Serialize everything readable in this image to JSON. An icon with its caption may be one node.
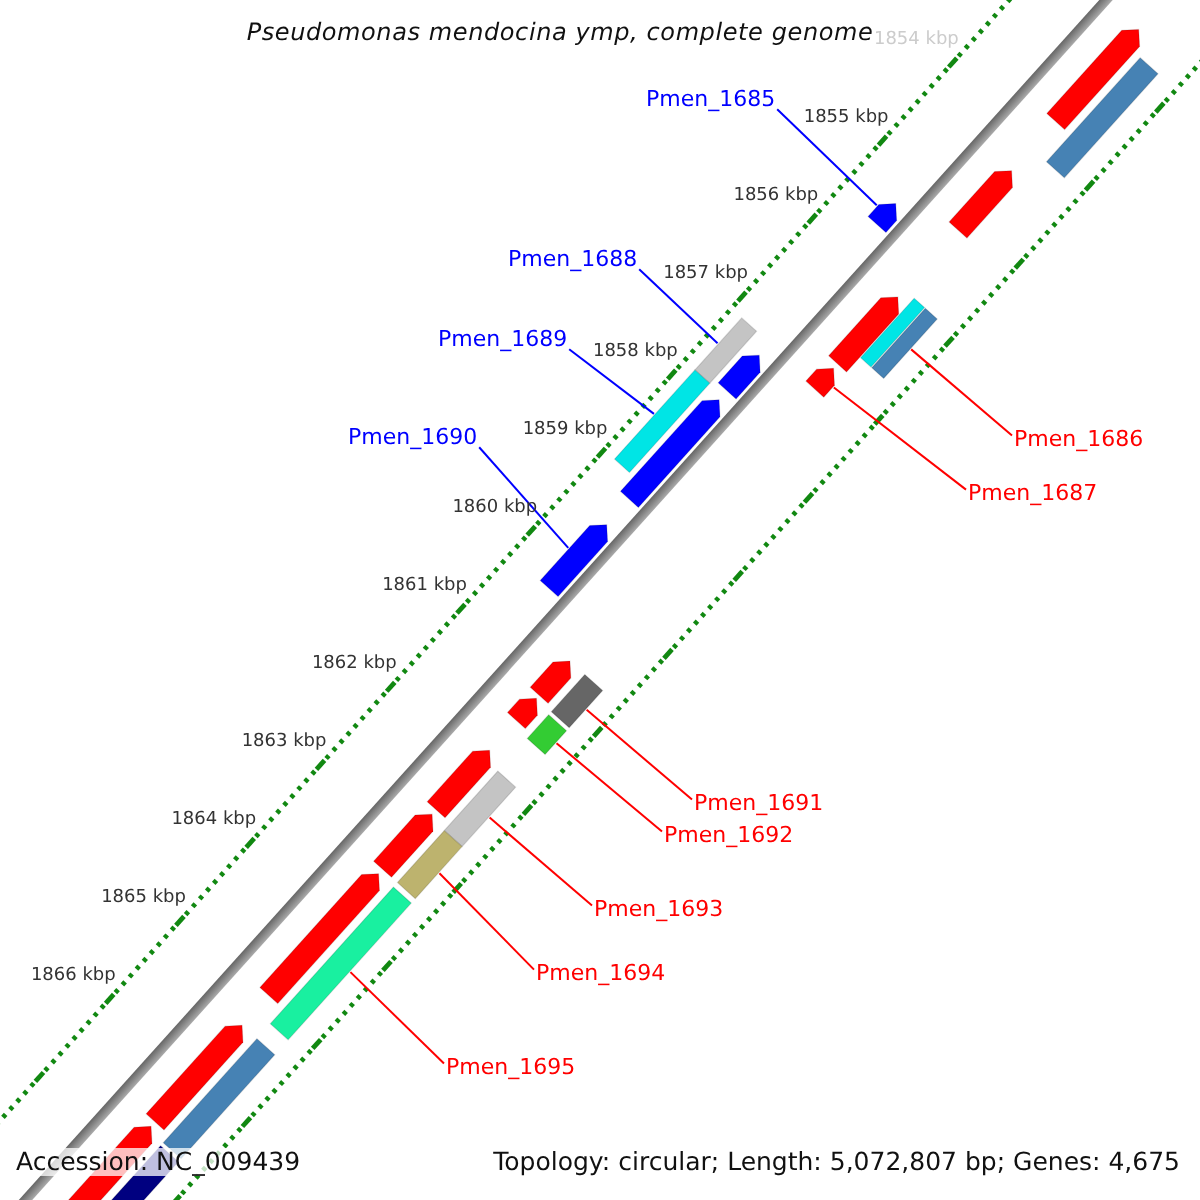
{
  "diagram": {
    "title": "Pseudomonas mendocina ymp, complete genome",
    "nodes": [
      {
        "text": [
          "Pmen_1685"
        ]
      },
      {
        "text": [
          "Pmen_1688"
        ]
      },
      {
        "text": [
          "Pmen_1689"
        ]
      },
      {
        "text": [
          "Pmen_1686"
        ]
      },
      {
        "text": [
          "Pmen_1690"
        ]
      },
      {
        "text": [
          "Pmen_1687"
        ]
      },
      {
        "text": [
          "Pmen_1691"
        ]
      },
      {
        "text": [
          "Pmen_1692"
        ]
      },
      {
        "text": [
          "Pmen_1693"
        ]
      },
      {
        "text": [
          "Pmen_1694"
        ]
      },
      {
        "text": [
          "Pmen_1695"
        ]
      },
      {
        "text": [],
        "shape": "bar"
      },
      {
        "text": [],
        "shape": "bar"
      },
      {
        "text": [],
        "shape": "bar"
      },
      {
        "text": [],
        "shape": "bar"
      },
      {
        "text": [],
        "shape": "bar"
      },
      {
        "text": [],
        "shape": "bar"
      },
      {
        "text": [],
        "shape": "bar"
      },
      {
        "text": [],
        "shape": "bar"
      },
      {
        "text": [],
        "shape": "bar"
      },
      {
        "text": [],
        "shape": "bar"
      },
      {
        "text": [],
        "shape": "bar"
      },
      {
        "text": [],
        "shape": "bar"
      }
    ],
    "edges": [
      {
        "from": 0,
        "to": 11,
        "arrow": "none",
        "color": "#0000ff"
      },
      {
        "from": 3,
        "to": 12,
        "arrow": "none"
      },
      {
        "from": 5,
        "to": 13,
        "arrow": "none"
      },
      {
        "from": 1,
        "to": 14,
        "arrow": "none",
        "color": "#0000ff"
      },
      {
        "from": 2,
        "to": 15,
        "arrow": "none",
        "color": "#0000ff"
      },
      {
        "from": 4,
        "to": 16,
        "arrow": "none",
        "color": "#0000ff"
      },
      {
        "from": 6,
        "to": 17,
        "arrow": "none"
      },
      {
        "from": 7,
        "to": 18,
        "arrow": "none"
      },
      {
        "from": 8,
        "to": 19,
        "arrow": "none"
      },
      {
        "from": 9,
        "to": 20,
        "arrow": "none"
      },
      {
        "from": 10,
        "to": 21,
        "arrow": "none"
      }
    ],
    "labels": [
      "1854 kbp",
      "1855 kbp",
      "1856 kbp",
      "1857 kbp",
      "1858 kbp",
      "1859 kbp",
      "1860 kbp",
      "1861 kbp",
      "1862 kbp",
      "1863 kbp",
      "1864 kbp",
      "1865 kbp",
      "1866 kbp",
      "Accession: NC_009439",
      "Topology: circular; Length: 5,072,807 bp; Genes: 4,675"
    ]
  }
}
